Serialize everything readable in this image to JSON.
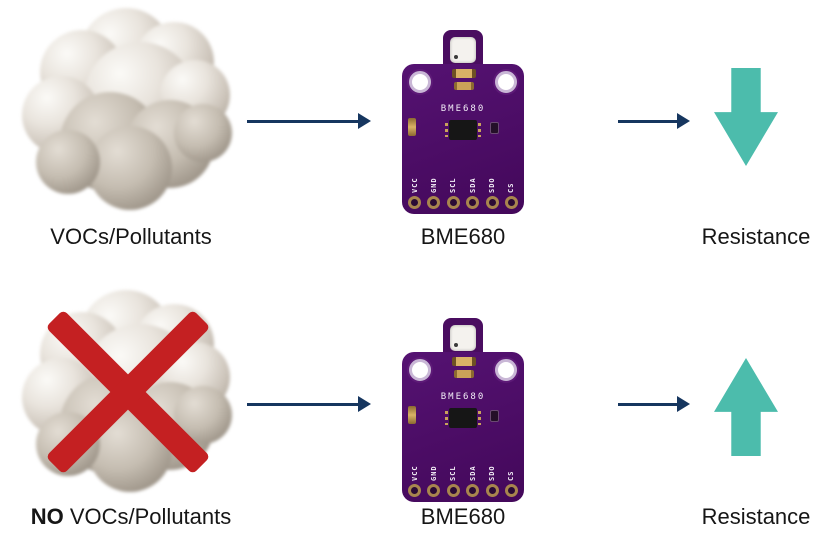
{
  "rows": [
    {
      "input_label_bold": "",
      "input_label": "VOCs/Pollutants",
      "sensor_label": "BME680",
      "output_label": "Resistance",
      "resistance_direction": "down",
      "cloud_crossed": false
    },
    {
      "input_label_bold": "NO",
      "input_label": " VOCs/Pollutants",
      "sensor_label": "BME680",
      "output_label": "Resistance",
      "resistance_direction": "up",
      "cloud_crossed": true
    }
  ],
  "board": {
    "silkscreen_label": "BME680",
    "pins": [
      "VCC",
      "GND",
      "SCL",
      "SDA",
      "SDO",
      "CS"
    ]
  },
  "icons": {
    "smoke_cloud": "css-puff-circles",
    "red_cross": "css-rotated-bars",
    "flow_arrow": "css-line-with-triangle",
    "resistance_down_arrow": "css-block-arrow-down",
    "resistance_up_arrow": "css-block-arrow-up",
    "bme680_board": "css-pcb-shapes"
  },
  "colors": {
    "pcb": "#4a0d60",
    "teal": "#4cbcac",
    "arrow_navy": "#16365f",
    "cross_red": "#c42022",
    "text": "#161616"
  }
}
